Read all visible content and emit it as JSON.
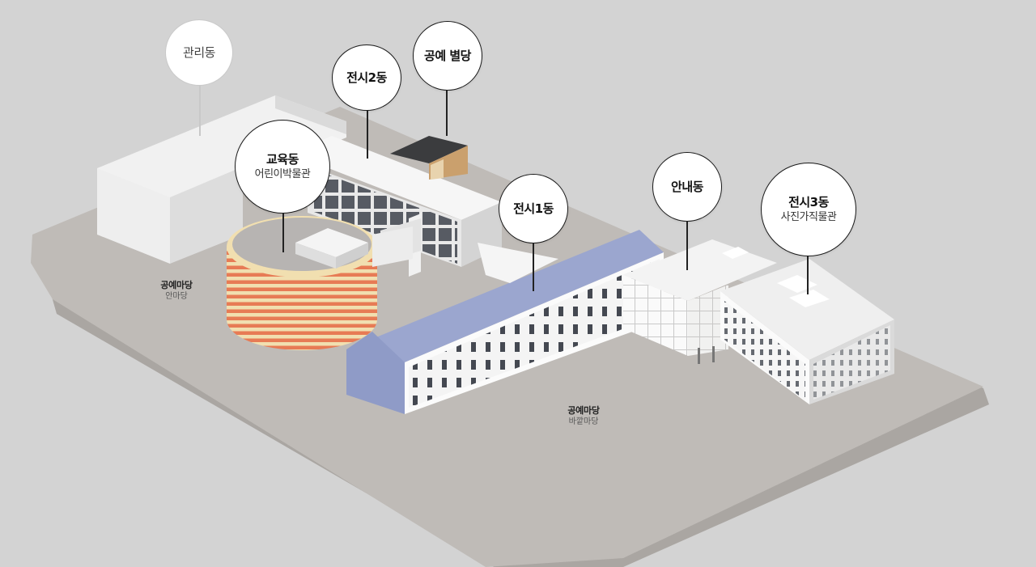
{
  "buildings": {
    "management": {
      "label": "관리동"
    },
    "exhibition2": {
      "label": "전시2동"
    },
    "craft_annex": {
      "label": "공예 별당"
    },
    "education": {
      "label": "교육동",
      "sublabel": "어린이박물관"
    },
    "exhibition1": {
      "label": "전시1동"
    },
    "information": {
      "label": "안내동"
    },
    "exhibition3": {
      "label": "전시3동",
      "sublabel": "사진가직물관"
    }
  },
  "yards": {
    "inner": {
      "label": "공예마당",
      "sublabel": "안마당"
    },
    "outer": {
      "label": "공예마당",
      "sublabel": "바깥마당"
    }
  },
  "colors": {
    "background": "#d3d3d3",
    "ground": "#bfbbb7",
    "hall1_roof": "#9ba6cf",
    "rotunda_stripe": "#e77b55",
    "rotunda_cream": "#f1dfb0"
  }
}
